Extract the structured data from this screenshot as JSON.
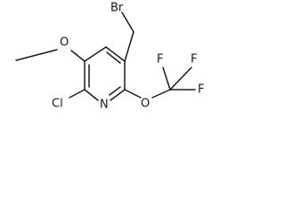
{
  "molecule": {
    "atoms": {
      "br": "Br",
      "o_methoxy": "O",
      "cl": "Cl",
      "n": "N",
      "o_ether": "O",
      "f1": "F",
      "f2": "F",
      "f3": "F"
    }
  },
  "colors": {
    "ink": "#1a1a1a",
    "background": "#ffffff"
  }
}
